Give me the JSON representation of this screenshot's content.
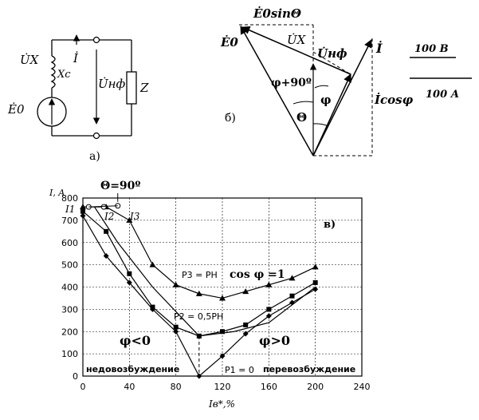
{
  "circuit": {
    "ux": "U̇X",
    "xc": "Xc",
    "i": "İ",
    "e0": "Ė0",
    "unf": "U̇нф",
    "z": "Z",
    "label": "а)"
  },
  "phasor": {
    "e0sin": "Ė0sinΘ",
    "e0": "Ė0",
    "ux": "U̇X",
    "unf": "U̇нф",
    "i": "İ",
    "phi90": "φ+90º",
    "phi": "φ",
    "theta": "Θ",
    "icos": "İcosφ",
    "label": "б)",
    "scale_v": "100 В",
    "scale_a": "100 А"
  },
  "chart_data": {
    "type": "line",
    "ylabel": "I, A",
    "xlabel": "Iв*,%",
    "xlim": [
      0,
      240
    ],
    "ylim": [
      0,
      800
    ],
    "xticks": [
      0,
      40,
      80,
      120,
      160,
      200,
      240
    ],
    "yticks": [
      0,
      100,
      200,
      300,
      400,
      500,
      600,
      700,
      800
    ],
    "panel_label": "в)",
    "theta_label": "Θ=90º",
    "series": [
      {
        "name": "P1 = 0",
        "marker": "diamond",
        "x": [
          0,
          20,
          40,
          60,
          80,
          100,
          120,
          140,
          160,
          180,
          200
        ],
        "y": [
          720,
          540,
          420,
          300,
          200,
          0,
          90,
          190,
          270,
          330,
          390
        ]
      },
      {
        "name": "P2 = 0,5PH",
        "marker": "square",
        "x": [
          0,
          20,
          40,
          60,
          80,
          100,
          120,
          140,
          160,
          180,
          200
        ],
        "y": [
          740,
          650,
          460,
          310,
          220,
          180,
          200,
          230,
          300,
          360,
          420
        ]
      },
      {
        "name": "P3 = PH",
        "marker": "triangle",
        "x": [
          0,
          20,
          40,
          60,
          80,
          100,
          120,
          140,
          160,
          180,
          200
        ],
        "y": [
          760,
          760,
          700,
          500,
          410,
          370,
          350,
          380,
          410,
          440,
          490
        ]
      }
    ],
    "envelope": {
      "x": [
        10,
        30,
        60,
        100,
        130,
        160,
        200
      ],
      "y": [
        760,
        600,
        400,
        180,
        200,
        240,
        400
      ]
    },
    "curve_labels": {
      "i1": "I1",
      "i2": "I2",
      "i3": "I3",
      "p1": "P1 = 0",
      "p2": "P2 = 0,5PH",
      "p3": "P3 = PH",
      "cos": "cos φ =1"
    },
    "regions": {
      "left_phi": "φ<0",
      "right_phi": "φ>0",
      "under": "недовозбуждение",
      "over": "перевозбуждение"
    }
  }
}
